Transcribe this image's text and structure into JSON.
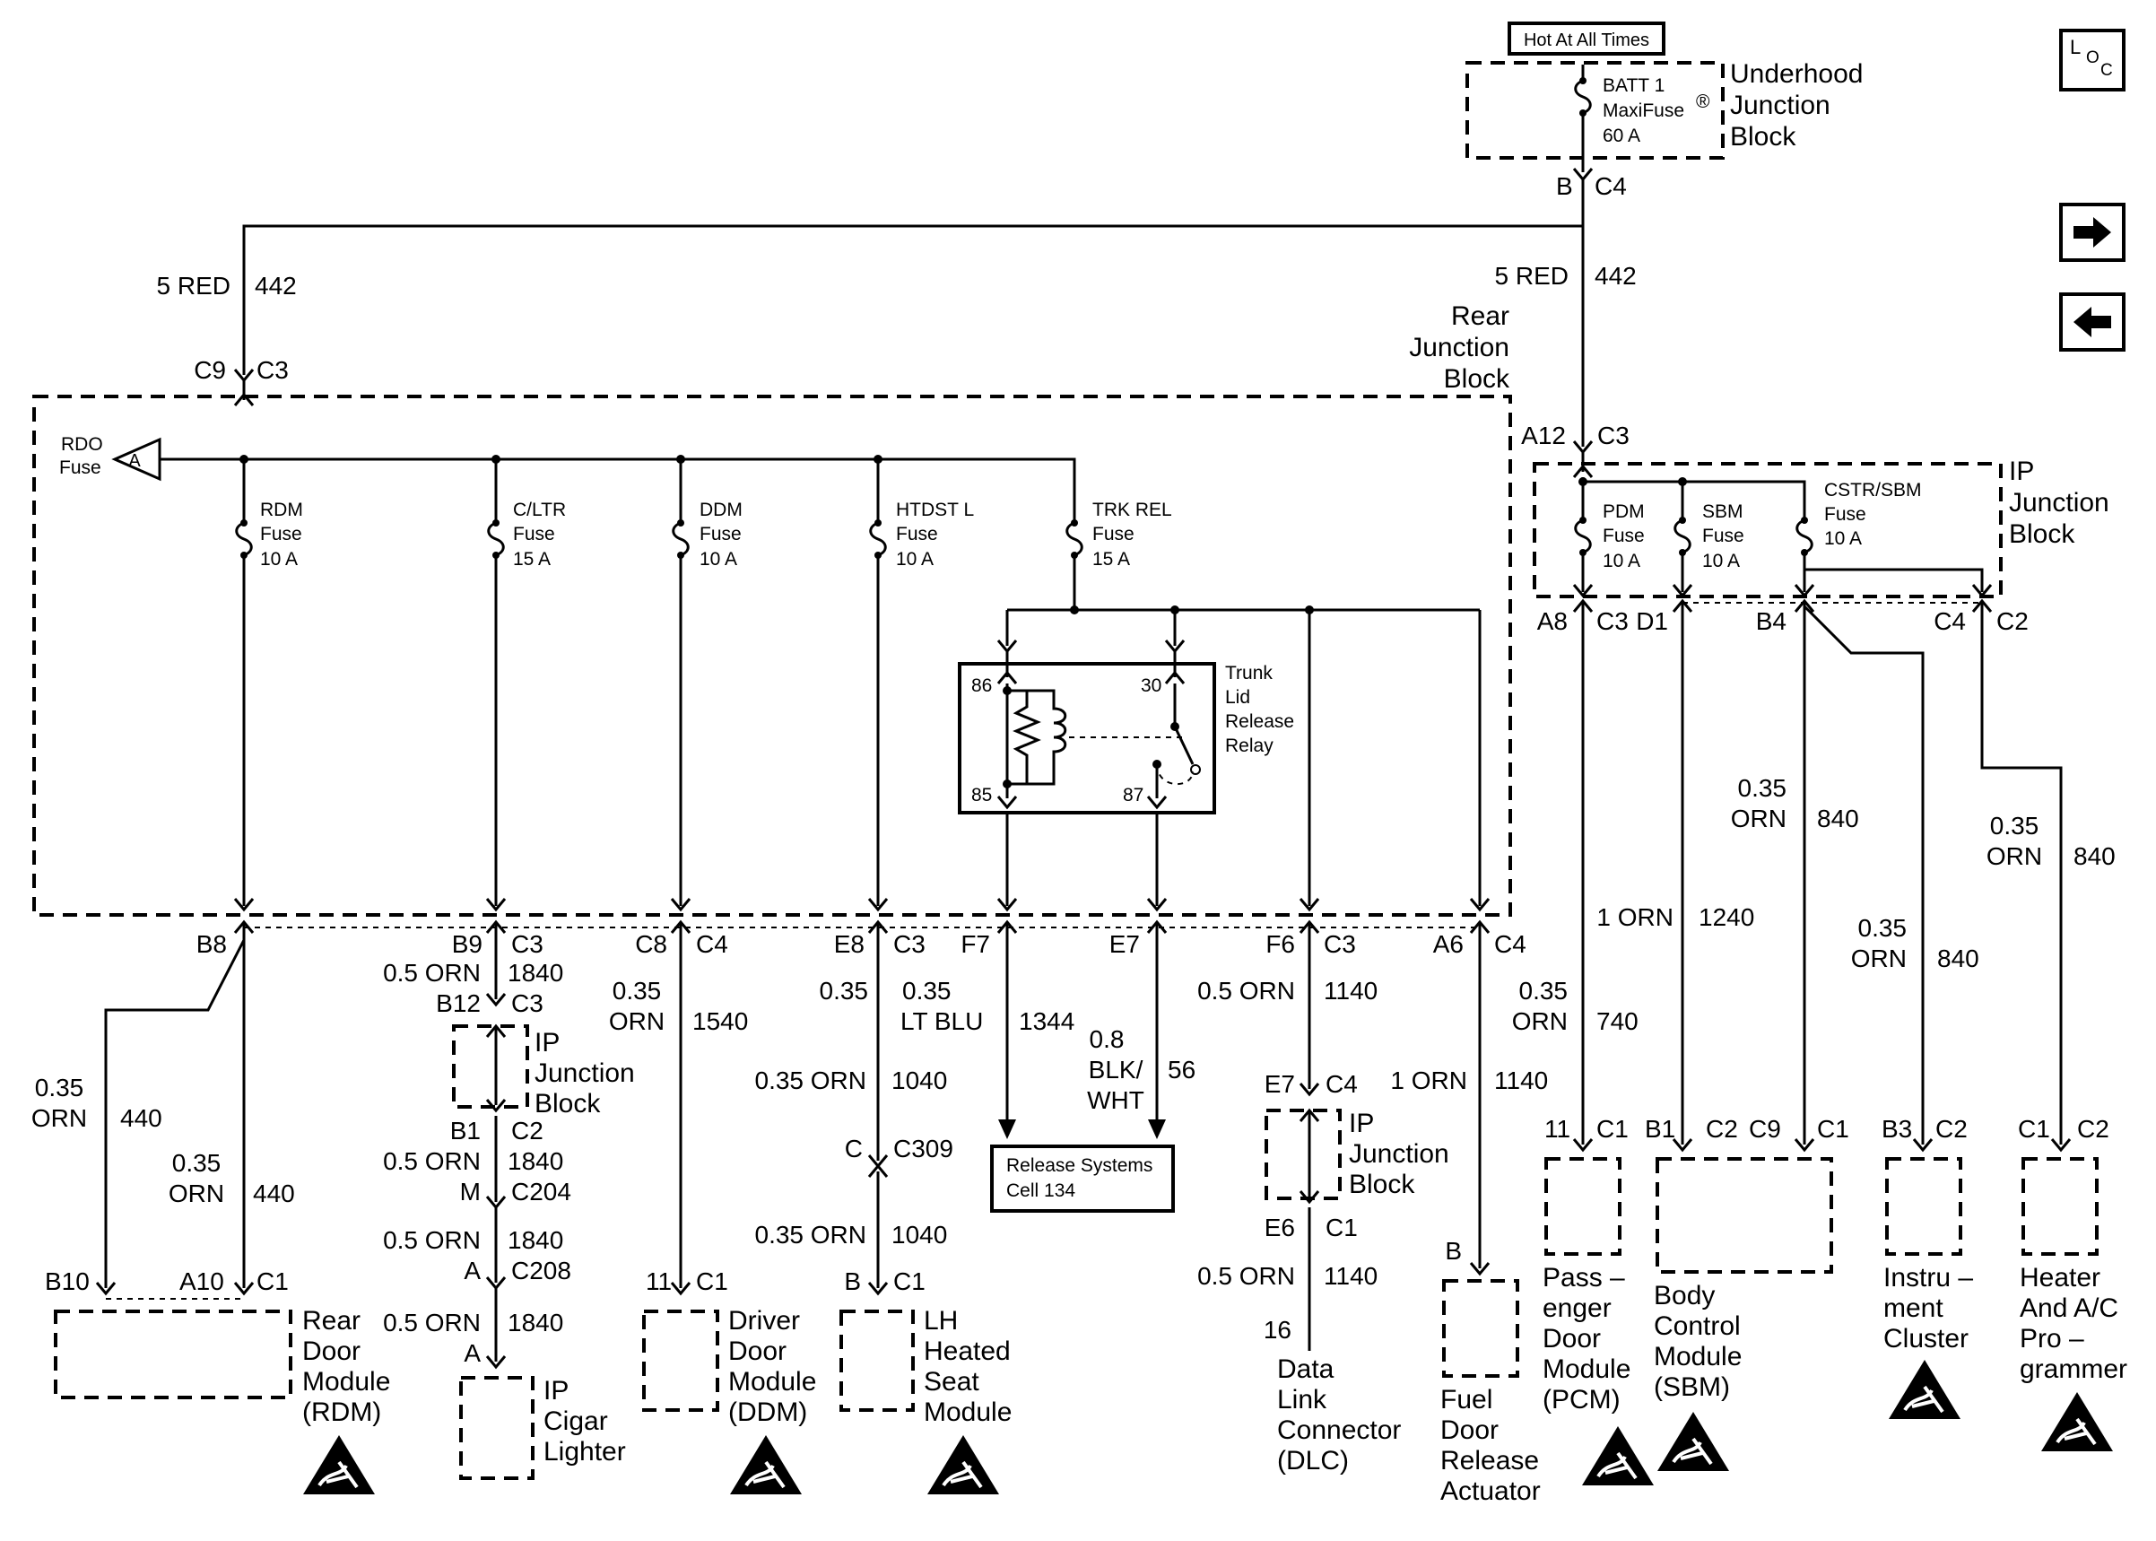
{
  "nav": {
    "loc_l": "L",
    "loc_o": "O",
    "loc_c": "C"
  },
  "underhood": {
    "hot_label": "Hot At All Times",
    "fuse_name": "BATT 1",
    "fuse_type": "MaxiFuse",
    "fuse_rating": "60 A",
    "fuse_mark": "®",
    "block_line1": "Underhood",
    "block_line2": "Junction",
    "block_line3": "Block",
    "conn_b": "B",
    "conn_c4": "C4"
  },
  "feeds": {
    "left_size": "5 RED",
    "left_circuit": "442",
    "left_c9": "C9",
    "left_c3": "C3",
    "right_size": "5 RED",
    "right_circuit": "442",
    "right_a12": "A12",
    "right_c3": "C3"
  },
  "rear_jb": {
    "title1": "Rear",
    "title2": "Junction",
    "title3": "Block",
    "rdo_line1": "RDO",
    "rdo_line2": "Fuse",
    "rdo_ref": "A",
    "fuses": [
      {
        "name": "RDM",
        "word": "Fuse",
        "rating": "10 A"
      },
      {
        "name": "C/LTR",
        "word": "Fuse",
        "rating": "15 A"
      },
      {
        "name": "DDM",
        "word": "Fuse",
        "rating": "10 A"
      },
      {
        "name": "HTDST L",
        "word": "Fuse",
        "rating": "10 A"
      },
      {
        "name": "TRK REL",
        "word": "Fuse",
        "rating": "15 A"
      }
    ],
    "relay": {
      "line1": "Trunk",
      "line2": "Lid",
      "line3": "Release",
      "line4": "Relay",
      "p86": "86",
      "p85": "85",
      "p30": "30",
      "p87": "87"
    },
    "pins": {
      "b8": "B8",
      "b9": "B9",
      "b9c": "C3",
      "c8": "C8",
      "c8c": "C4",
      "e8": "E8",
      "e8c": "C3",
      "f7": "F7",
      "e7": "E7",
      "f6": "F6",
      "f6c": "C3",
      "a6": "A6",
      "a6c": "C4"
    }
  },
  "ip_jb": {
    "title1": "IP",
    "title2": "Junction",
    "title3": "Block",
    "fuses": [
      {
        "name": "PDM",
        "word": "Fuse",
        "rating": "10 A"
      },
      {
        "name": "SBM",
        "word": "Fuse",
        "rating": "10 A"
      },
      {
        "name": "CSTR/SBM",
        "word": "Fuse",
        "rating": "10 A"
      }
    ],
    "pins": {
      "a8": "A8",
      "c3": "C3",
      "d1": "D1",
      "b4": "B4",
      "c4": "C4",
      "c2": "C2"
    }
  },
  "wires": {
    "rdm_a_size1": "0.35",
    "rdm_a_size2": "ORN",
    "rdm_a_circ": "440",
    "rdm_b_size1": "0.35",
    "rdm_b_size2": "ORN",
    "rdm_b_circ": "440",
    "cltr_1_size": "0.5 ORN",
    "cltr_1_circ": "1840",
    "cltr_2_size": "0.5 ORN",
    "cltr_2_circ": "1840",
    "cltr_3_size": "0.5 ORN",
    "cltr_3_circ": "1840",
    "cltr_4_size": "0.5 ORN",
    "cltr_4_circ": "1840",
    "ddm_size1": "0.35",
    "ddm_size2": "ORN",
    "ddm_circ": "1540",
    "htd_1_size": "0.35 ORN",
    "htd_1_circ": "1040",
    "htd_2_size": "0.35 ORN",
    "htd_2_circ": "1040",
    "f7_size1": "0.35",
    "f7_size2": "LT BLU",
    "f7_circ": "1344",
    "e7_size1": "0.8",
    "e7_size2": "BLK/",
    "e7_size3": "WHT",
    "e7_circ": "56",
    "f6_1_size": "0.5 ORN",
    "f6_1_circ": "1140",
    "f6_2_size": "0.5 ORN",
    "f6_2_circ": "1140",
    "a6_size": "1 ORN",
    "a6_circ": "1140",
    "pcm_size1": "0.35",
    "pcm_size2": "ORN",
    "pcm_circ": "740",
    "d1_size": "1 ORN",
    "d1_circ": "1240",
    "b4_size1": "0.35",
    "b4_size2": "ORN",
    "b4_circ": "840",
    "ic_size1": "0.35",
    "ic_size2": "ORN",
    "ic_circ": "840",
    "hvac_size1": "0.35",
    "hvac_size2": "ORN",
    "hvac_circ": "840"
  },
  "connectors": {
    "b12": "B12",
    "b12c": "C3",
    "b1": "B1",
    "b1c": "C2",
    "m": "M",
    "mc": "C204",
    "a208": "A",
    "a208c": "C208",
    "a_cig": "A",
    "c309": "C",
    "c309c": "C309",
    "e7ip": "E7",
    "e7ipc": "C4",
    "e6ip": "E6",
    "e6ipc": "C1",
    "dlc_pin": "16",
    "fuel_pin": "B",
    "rdm_b10": "B10",
    "rdm_a10": "A10",
    "rdm_c1": "C1",
    "ddm_11": "11",
    "ddm_c1": "C1",
    "lh_b": "B",
    "lh_c1": "C1",
    "pcm_11": "11",
    "pcm_c1": "C1",
    "bcm_b1": "B1",
    "bcm_c2": "C2",
    "bcm_c9": "C9",
    "bcm_c1": "C1",
    "ic_b3": "B3",
    "ic_c2": "C2",
    "hvac_c1": "C1",
    "hvac_c2": "C2"
  },
  "ip_inline": {
    "t1": "IP",
    "t2": "Junction",
    "t3": "Block",
    "u1": "IP",
    "u2": "Junction",
    "u3": "Block"
  },
  "release_ref": {
    "line1": "Release Systems",
    "line2": "Cell 134"
  },
  "components": {
    "rdm": [
      "Rear",
      "Door",
      "Module",
      "(RDM)"
    ],
    "cig": [
      "IP",
      "Cigar",
      "Lighter"
    ],
    "ddm": [
      "Driver",
      "Door",
      "Module",
      "(DDM)"
    ],
    "lhseat": [
      "LH",
      "Heated",
      "Seat",
      "Module"
    ],
    "dlc": [
      "Data",
      "Link",
      "Connector",
      "(DLC)"
    ],
    "fuel": [
      "Fuel",
      "Door",
      "Release",
      "Actuator"
    ],
    "pcm": [
      "Pass –",
      "enger",
      "Door",
      "Module",
      "(PCM)"
    ],
    "bcm": [
      "Body",
      "Control",
      "Module",
      "(SBM)"
    ],
    "ic": [
      "Instru –",
      "ment",
      "Cluster"
    ],
    "hvac": [
      "Heater",
      "And A/C",
      "Pro –",
      "grammer"
    ]
  }
}
